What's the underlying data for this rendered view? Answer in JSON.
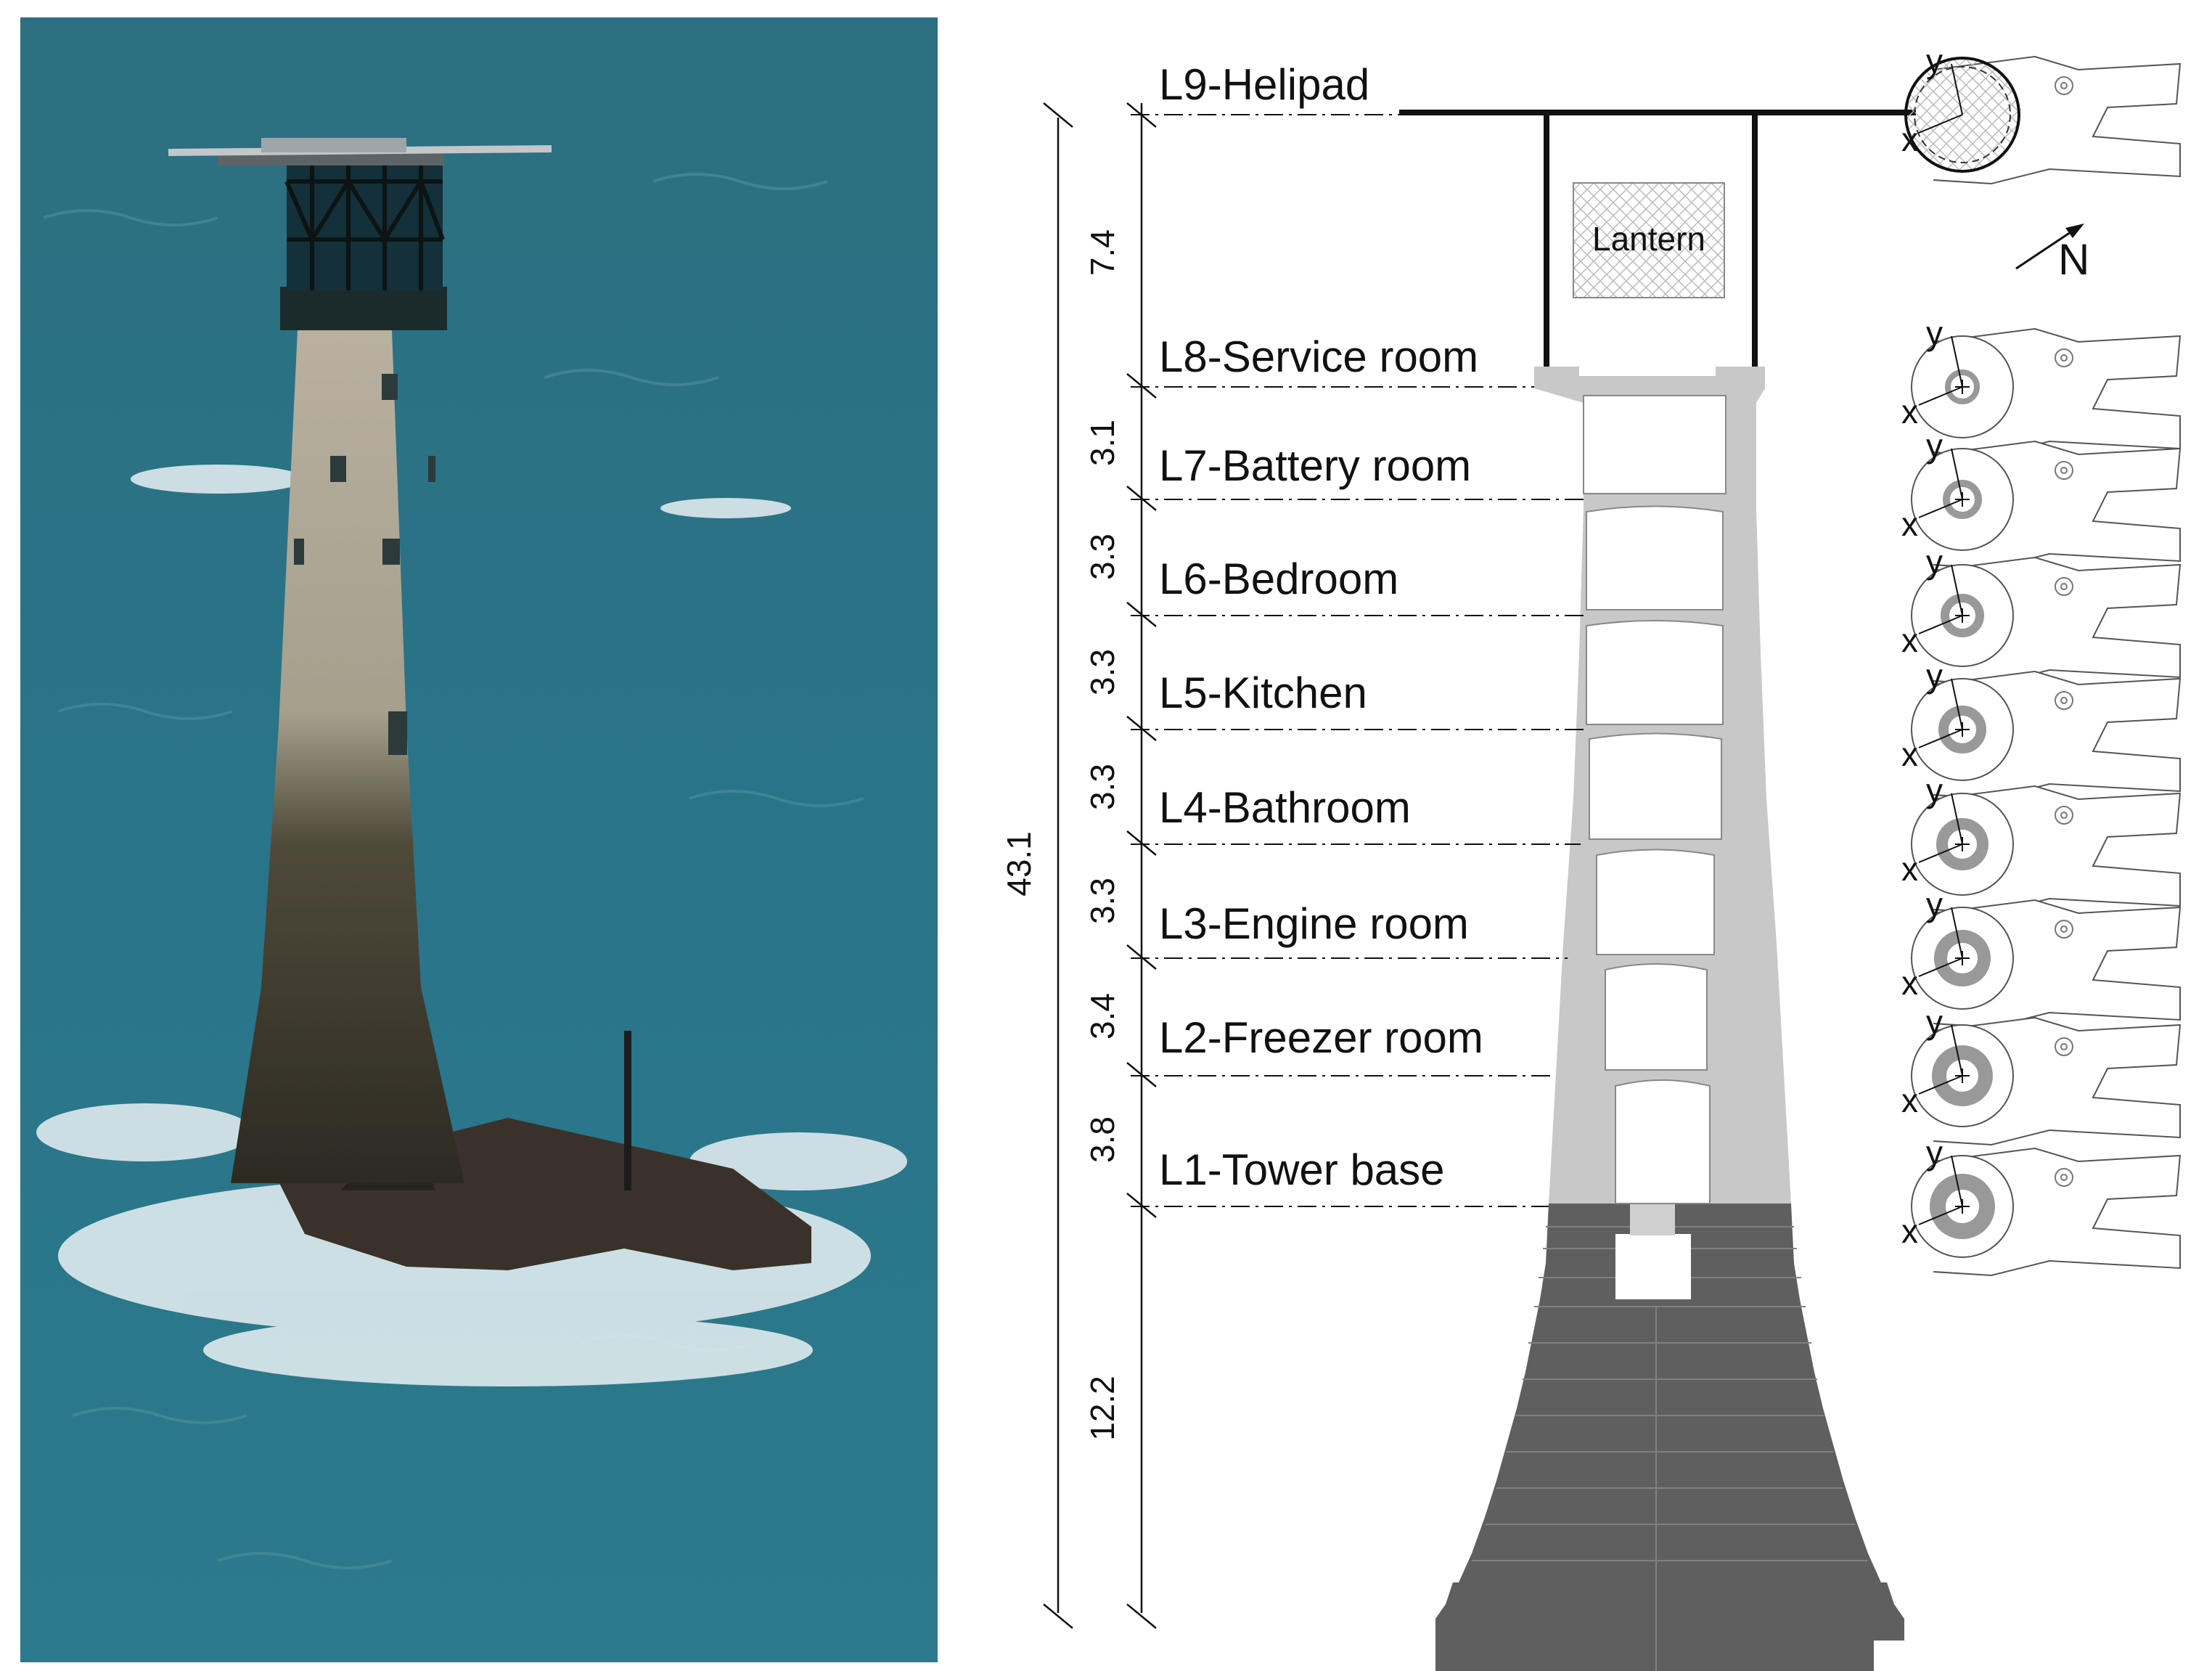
{
  "levels": [
    {
      "id": "L9",
      "label": "L9-Helipad"
    },
    {
      "id": "L8",
      "label": "L8-Service room"
    },
    {
      "id": "L7",
      "label": "L7-Battery room"
    },
    {
      "id": "L6",
      "label": "L6-Bedroom"
    },
    {
      "id": "L5",
      "label": "L5-Kitchen"
    },
    {
      "id": "L4",
      "label": "L4-Bathroom"
    },
    {
      "id": "L3",
      "label": "L3-Engine room"
    },
    {
      "id": "L2",
      "label": "L2-Freezer room"
    },
    {
      "id": "L1",
      "label": "L1-Tower base"
    }
  ],
  "segment_heights": [
    "7.4",
    "3.1",
    "3.3",
    "3.3",
    "3.3",
    "3.3",
    "3.4",
    "3.8",
    "12.2"
  ],
  "total_height": "43.1",
  "lantern_label": "Lantern",
  "north_label": "N",
  "axis_labels": {
    "x": "x",
    "y": "y"
  },
  "colors": {
    "sea": "#2f7486",
    "masonry_upper": "#c8c8c8",
    "masonry_base": "#5f5f5f",
    "line": "#111111"
  }
}
